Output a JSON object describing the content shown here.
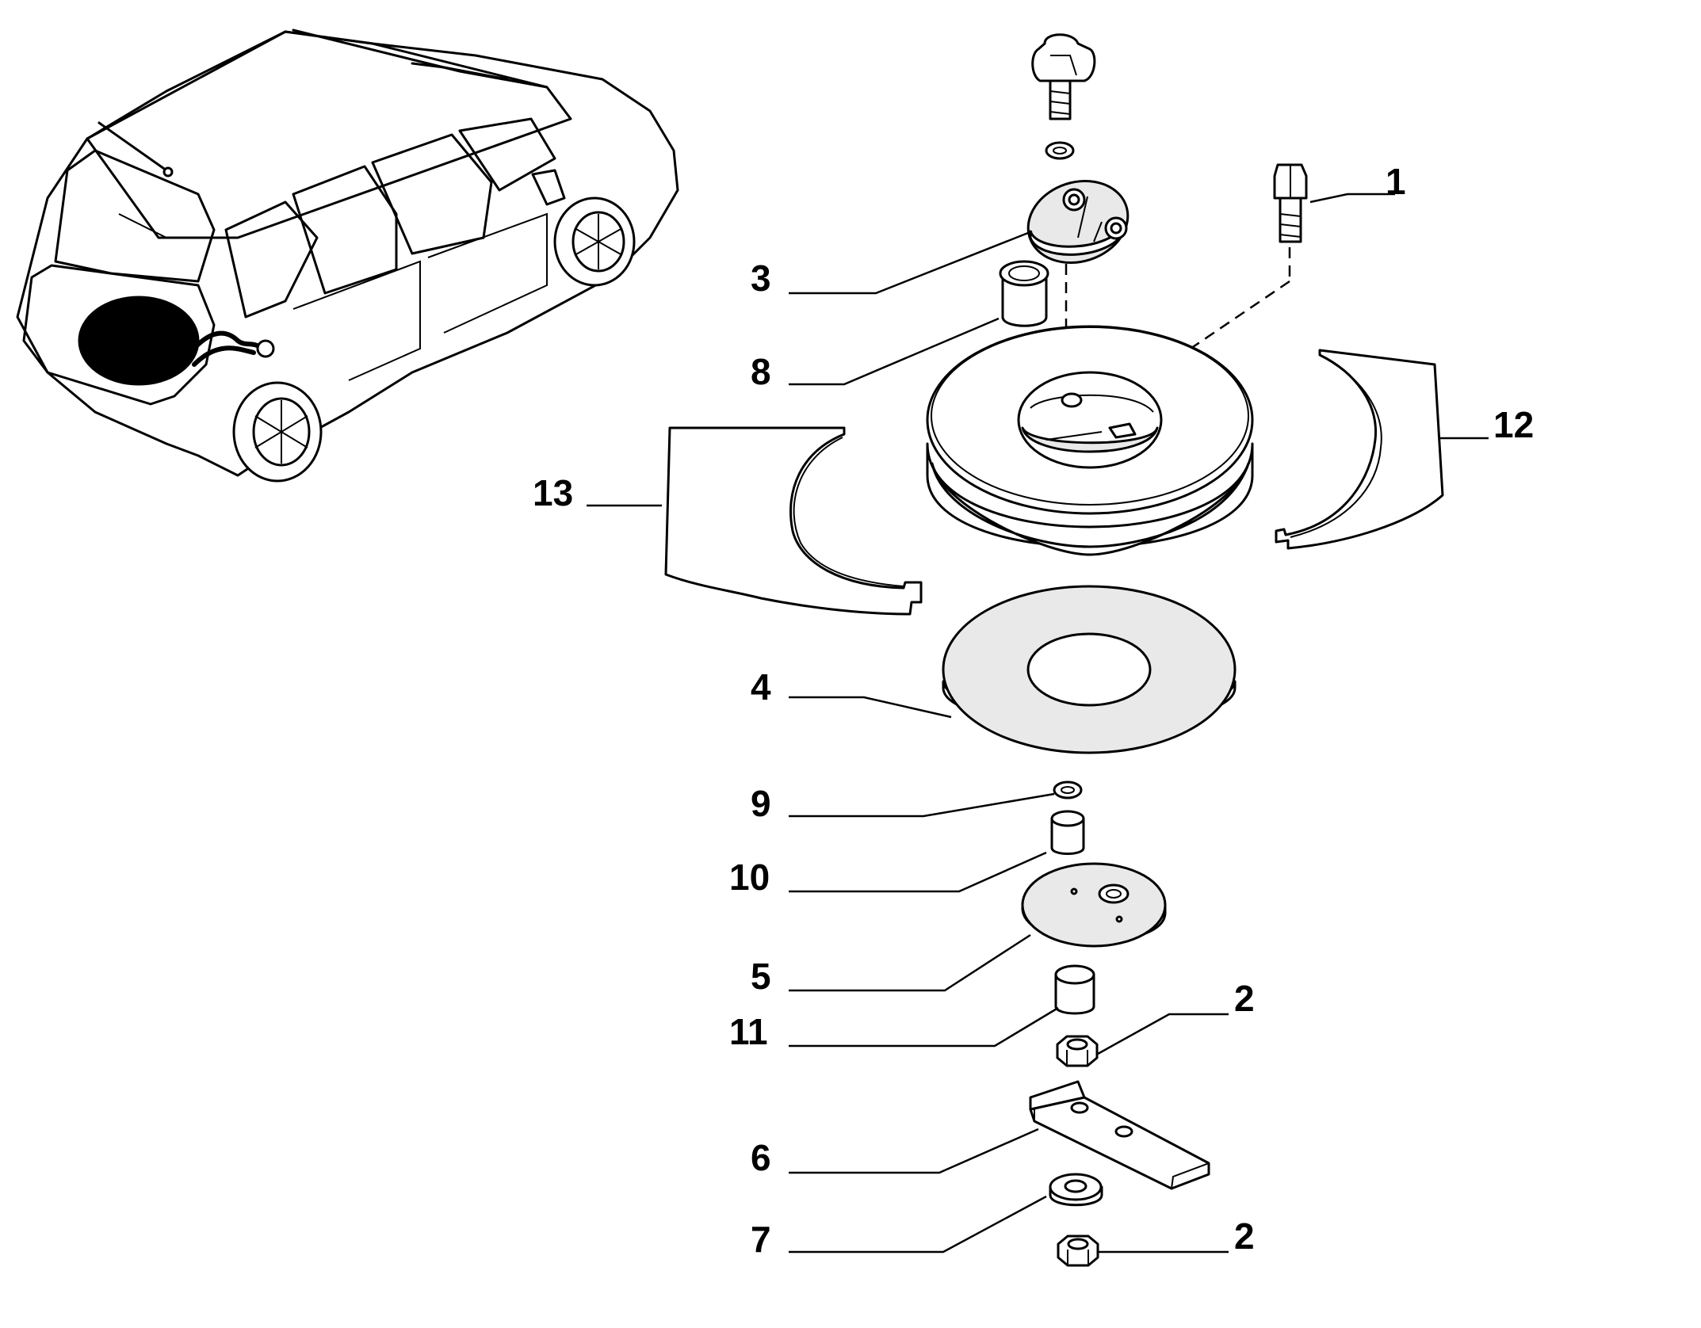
{
  "diagram": {
    "type": "exploded-parts-view",
    "callouts": [
      {
        "id": "1",
        "label": "1"
      },
      {
        "id": "2a",
        "label": "2"
      },
      {
        "id": "2b",
        "label": "2"
      },
      {
        "id": "3",
        "label": "3"
      },
      {
        "id": "4",
        "label": "4"
      },
      {
        "id": "5",
        "label": "5"
      },
      {
        "id": "6",
        "label": "6"
      },
      {
        "id": "7",
        "label": "7"
      },
      {
        "id": "8",
        "label": "8"
      },
      {
        "id": "9",
        "label": "9"
      },
      {
        "id": "10",
        "label": "10"
      },
      {
        "id": "11",
        "label": "11"
      },
      {
        "id": "12",
        "label": "12"
      },
      {
        "id": "13",
        "label": "13"
      }
    ]
  }
}
